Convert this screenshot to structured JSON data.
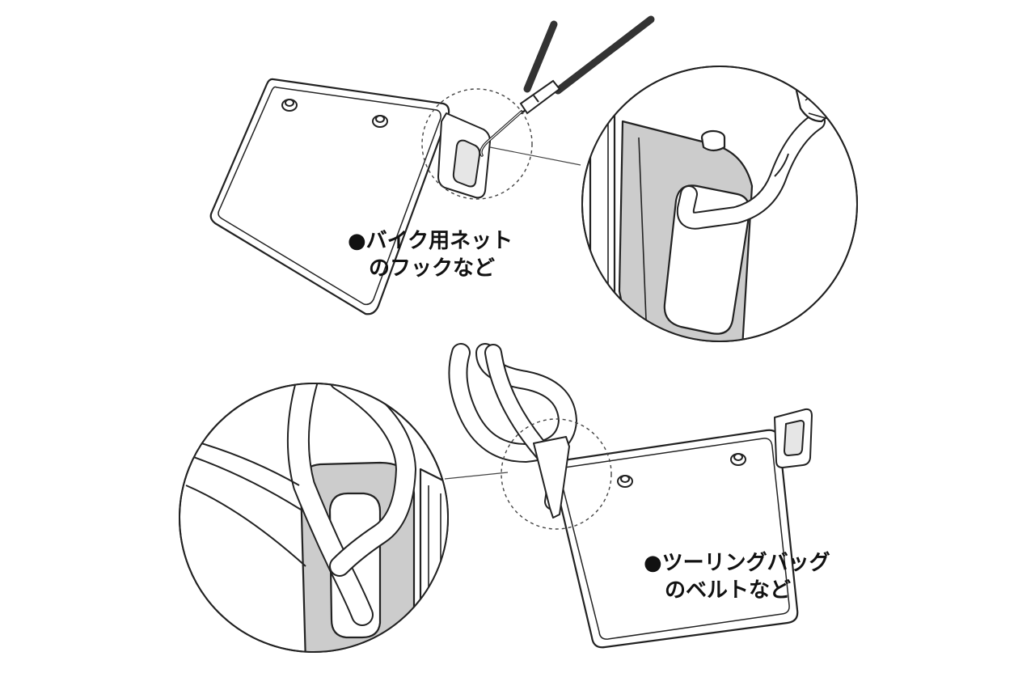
{
  "annotations": {
    "bike_net_hook": {
      "line1": "●バイク用ネット",
      "line2": "のフックなど"
    },
    "touring_bag_belt": {
      "line1": "●ツーリングバッグ",
      "line2": "のベルトなど"
    }
  },
  "colors": {
    "outline": "#222222",
    "fill_light": "#ffffff",
    "fill_shade": "#cccccc",
    "cord": "#333333"
  }
}
